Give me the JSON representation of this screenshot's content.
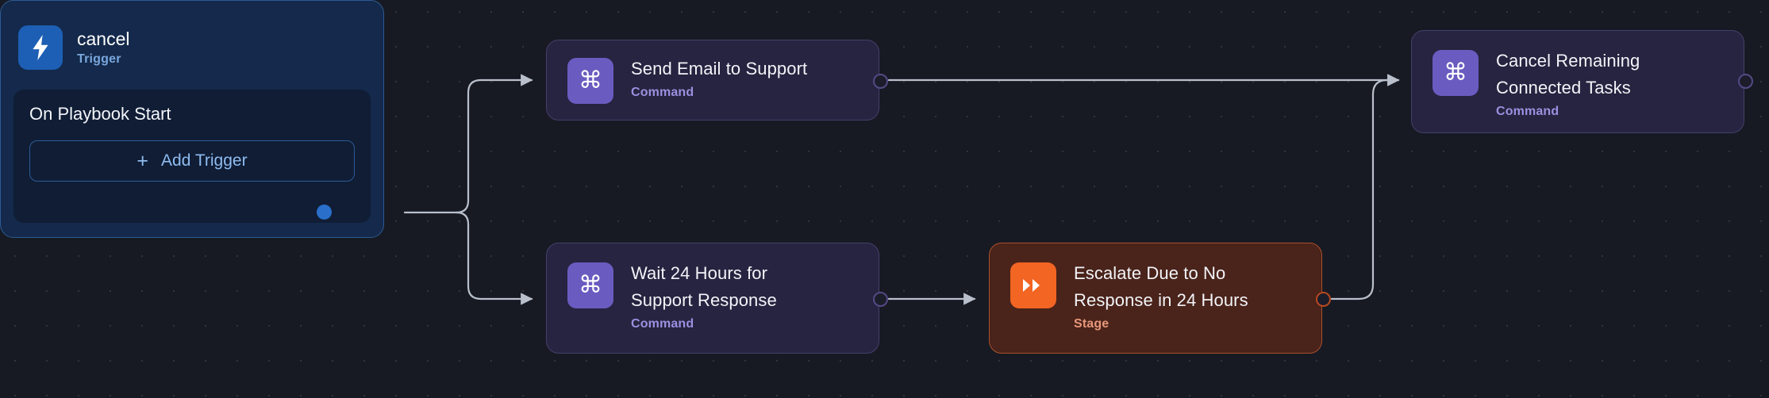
{
  "canvas": {
    "background_color": "#171a23",
    "grid": "dot-grid"
  },
  "trigger_node": {
    "name": "cancel",
    "kind": "Trigger",
    "icon": "lightning-bolt-icon",
    "accent_color": "#1d5fb4",
    "inner": {
      "title": "On Playbook Start",
      "add_button_label": "Add Trigger",
      "add_button_plus": "+"
    }
  },
  "nodes": [
    {
      "id": "send-email",
      "title": "Send Email to Support",
      "kind": "Command",
      "icon": "command-icon",
      "glyph": "⌘",
      "accent_color": "#6a5bc0"
    },
    {
      "id": "wait-24h",
      "title": "Wait 24 Hours for Support Response",
      "title_line1": "Wait 24 Hours for",
      "title_line2": "Support Response",
      "kind": "Command",
      "icon": "command-icon",
      "glyph": "⌘",
      "accent_color": "#6a5bc0"
    },
    {
      "id": "escalate",
      "title": "Escalate Due to No Response in 24 Hours",
      "title_line1": "Escalate Due to No",
      "title_line2": "Response in 24 Hours",
      "kind": "Stage",
      "icon": "double-chevron-right-icon",
      "glyph": "»",
      "accent_color": "#f26522"
    },
    {
      "id": "cancel-tasks",
      "title": "Cancel Remaining Connected Tasks",
      "title_line1": "Cancel Remaining",
      "title_line2": "Connected Tasks",
      "kind": "Command",
      "icon": "command-icon",
      "glyph": "⌘",
      "accent_color": "#6a5bc0"
    }
  ]
}
